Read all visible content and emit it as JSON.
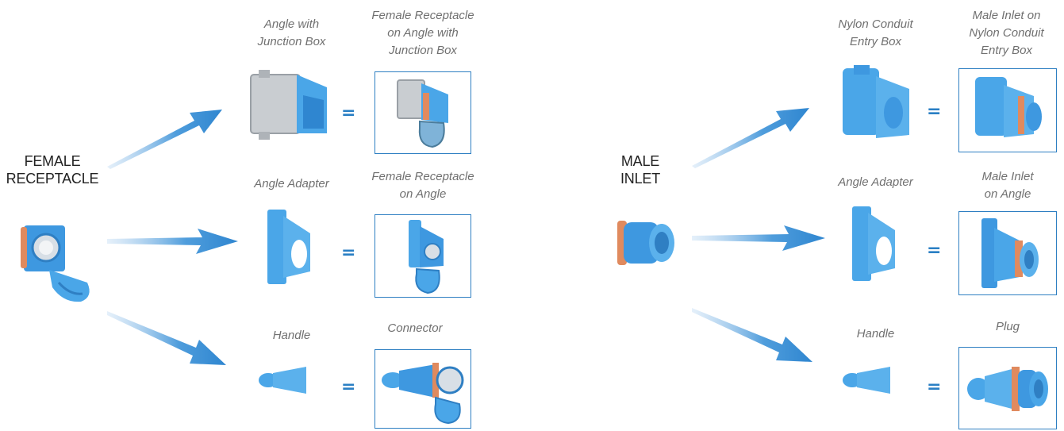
{
  "colors": {
    "product_blue": "#4aa6e8",
    "arrow_blue": "#3a8fd6",
    "frame_blue": "#2e7fc2",
    "accent_orange": "#e08a5e"
  },
  "left": {
    "main_label_line1": "FEMALE",
    "main_label_line2": "RECEPTACLE",
    "items": [
      {
        "accessory": [
          "Angle with",
          "Junction Box"
        ],
        "result": [
          "Female Receptacle",
          "on Angle with",
          "Junction Box"
        ],
        "equals": "="
      },
      {
        "accessory": [
          "Angle Adapter"
        ],
        "result": [
          "Female Receptacle",
          "on Angle"
        ],
        "equals": "="
      },
      {
        "accessory": [
          "Handle"
        ],
        "result": [
          "Connector"
        ],
        "equals": "="
      }
    ]
  },
  "right": {
    "main_label_line1": "MALE",
    "main_label_line2": "INLET",
    "items": [
      {
        "accessory": [
          "Nylon Conduit",
          "Entry Box"
        ],
        "result": [
          "Male Inlet on",
          "Nylon Conduit",
          "Entry Box"
        ],
        "equals": "="
      },
      {
        "accessory": [
          "Angle Adapter"
        ],
        "result": [
          "Male Inlet",
          "on Angle"
        ],
        "equals": "="
      },
      {
        "accessory": [
          "Handle"
        ],
        "result": [
          "Plug"
        ],
        "equals": "="
      }
    ]
  }
}
